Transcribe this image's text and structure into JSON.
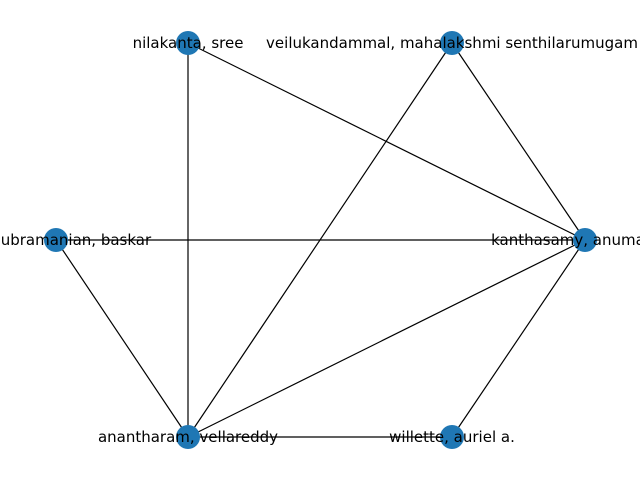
{
  "graph": {
    "node_color": "#1f77b4",
    "edge_color": "#000000",
    "nodes": [
      {
        "id": "nilakanta",
        "label": "nilakanta, sree"
      },
      {
        "id": "veilukandammal",
        "label": "veilukandammal, mahalakshmi senthilarumugam"
      },
      {
        "id": "balasubramanian",
        "label": "balasubramanian, baskar"
      },
      {
        "id": "kanthasamy",
        "label": "kanthasamy, anumantha"
      },
      {
        "id": "anantharam",
        "label": "anantharam, vellareddy"
      },
      {
        "id": "willette",
        "label": "willette, auriel a."
      }
    ],
    "edges": [
      [
        "nilakanta",
        "anantharam"
      ],
      [
        "nilakanta",
        "kanthasamy"
      ],
      [
        "veilukandammal",
        "kanthasamy"
      ],
      [
        "veilukandammal",
        "anantharam"
      ],
      [
        "balasubramanian",
        "kanthasamy"
      ],
      [
        "balasubramanian",
        "anantharam"
      ],
      [
        "kanthasamy",
        "anantharam"
      ],
      [
        "kanthasamy",
        "willette"
      ],
      [
        "anantharam",
        "willette"
      ]
    ]
  }
}
